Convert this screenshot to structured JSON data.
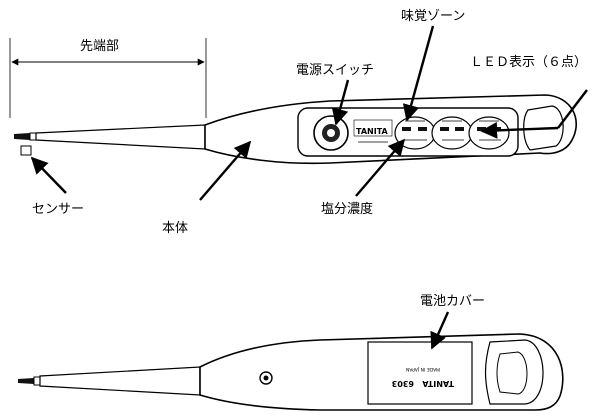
{
  "labels": {
    "tip": "先端部",
    "power_switch": "電源スイッチ",
    "taste_zone": "味覚ゾーン",
    "led_display": "ＬＥＤ表示（６点）",
    "sensor": "センサー",
    "body": "本体",
    "salt_concentration": "塩分濃度",
    "battery_cover": "電池カバー"
  },
  "device_print": {
    "brand": "TANITA",
    "model": "6303",
    "made_in": "MADE IN JAPAN"
  }
}
